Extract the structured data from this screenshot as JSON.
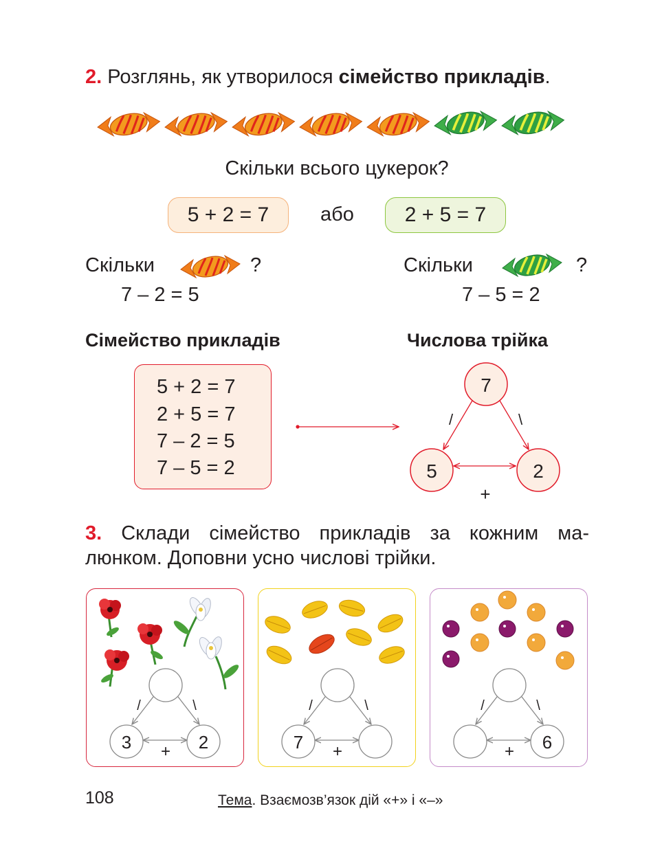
{
  "task2": {
    "number": "2.",
    "text_before": "Розглянь, як утворилося ",
    "text_bold": "сімейство прикладів",
    "text_after": "."
  },
  "question_total": "Скільки всього цукерок?",
  "eq_a": "5 + 2 = 7",
  "or_word": "або",
  "eq_b": "2 + 5 = 7",
  "left_question": {
    "word": "Скільки",
    "mark": "?",
    "answer": "7 – 2 = 5"
  },
  "right_question": {
    "word": "Скільки",
    "mark": "?",
    "answer": "7 – 5 = 2"
  },
  "family_title": "Сімейство прикладів",
  "triple_title": "Числова трійка",
  "family": [
    "5 + 2 = 7",
    "2 + 5 = 7",
    "7 – 2 = 5",
    "7 – 5 = 2"
  ],
  "triple": {
    "top": "7",
    "left": "5",
    "right": "2",
    "plus": "+",
    "slash_left": "/",
    "slash_right": "\\"
  },
  "task3": {
    "number": "3.",
    "line1": "Склади сімейство прикладів за кожним ма-",
    "line2": "люнком. Доповни усно числові трійки."
  },
  "cards": [
    {
      "top": "",
      "left": "3",
      "right": "2",
      "plus": "+",
      "border": "#d7263d"
    },
    {
      "top": "",
      "left": "7",
      "right": "",
      "plus": "+",
      "border": "#f2d21b"
    },
    {
      "top": "",
      "left": "",
      "right": "6",
      "plus": "+",
      "border": "#c48bc8"
    }
  ],
  "footer": {
    "page": "108",
    "topic_label": "Тема",
    "topic_text": ". Взаємозв’язок дій «+» і «–»"
  },
  "colors": {
    "accent_red": "#e11b2a",
    "candy_orange": "#f07d1a",
    "candy_green": "#3fae49",
    "candy_yellow": "#e6ef3a"
  }
}
